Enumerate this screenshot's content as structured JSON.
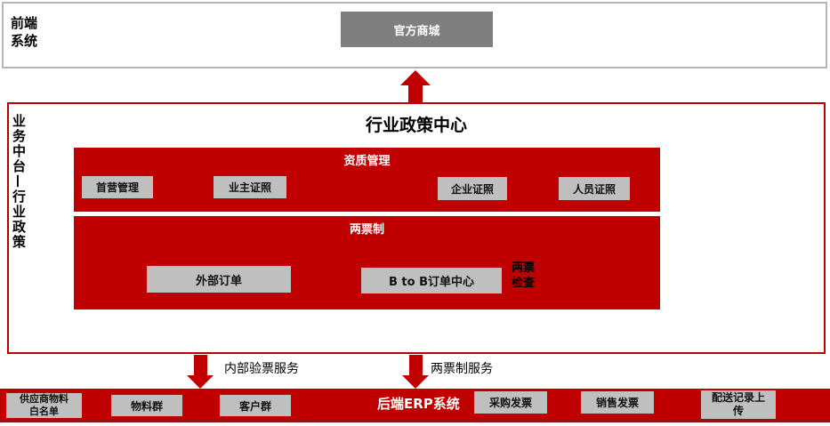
{
  "frontend": {
    "label": "前端\n系统",
    "mall": "官方商城"
  },
  "middle": {
    "side_label": "业务中台—行业政策",
    "title": "行业政策中心",
    "qualification": {
      "title": "资质管理",
      "items": [
        "首营管理",
        "业主证照",
        "企业证照",
        "人员证照"
      ]
    },
    "two_ticket": {
      "title": "两票制",
      "items": [
        "外部订单",
        "B to B订单中心"
      ],
      "note": "两票\n检查"
    }
  },
  "arrows": {
    "left_label": "内部验票服务",
    "right_label": "两票制服务"
  },
  "backend": {
    "title": "后端ERP系统",
    "items": [
      "供应商物料\n白名单",
      "物料群",
      "客户群",
      "采购发票",
      "销售发票",
      "配送记录上\n传"
    ]
  },
  "colors": {
    "red": "#C00000",
    "gray_node": "#BFBFBF",
    "mall_gray": "#7F7F7F",
    "top_border_gray": "#B5B5B5",
    "bottom_bar_edge": "#8F1313"
  }
}
